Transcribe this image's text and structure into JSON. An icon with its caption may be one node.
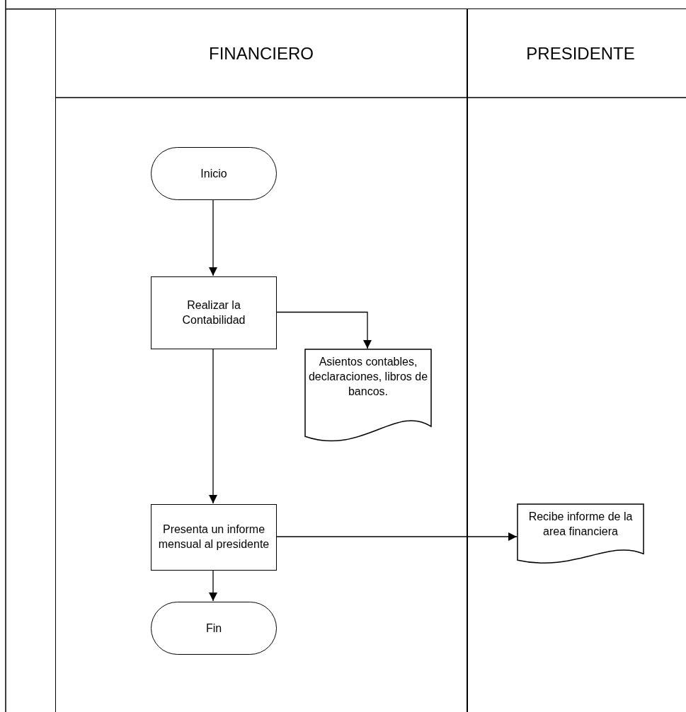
{
  "diagram": {
    "nodes": [
      {
        "text": [
          "FINANCIERO"
        ]
      },
      {
        "text": [
          "PRESIDENTE"
        ]
      },
      {
        "text": [
          "Inicio"
        ],
        "in": 0
      },
      {
        "text": [
          "Realizar la Contabilidad"
        ],
        "in": 0
      },
      {
        "text": [
          "Asientos contables, declaraciones, libros de bancos."
        ],
        "in": 0
      },
      {
        "text": [
          "Presenta un informe mensual al presidente"
        ],
        "in": 0
      },
      {
        "text": [
          "Fin"
        ],
        "in": 0
      },
      {
        "text": [
          "Recibe informe de la area financiera"
        ],
        "in": 1
      }
    ],
    "edges": [
      {
        "from": 2,
        "to": 3,
        "arrow": "to"
      },
      {
        "from": 3,
        "to": 4,
        "arrow": "to"
      },
      {
        "from": 3,
        "to": 5,
        "arrow": "to"
      },
      {
        "from": 5,
        "to": 7,
        "arrow": "to"
      },
      {
        "from": 5,
        "to": 6,
        "arrow": "to"
      }
    ]
  }
}
